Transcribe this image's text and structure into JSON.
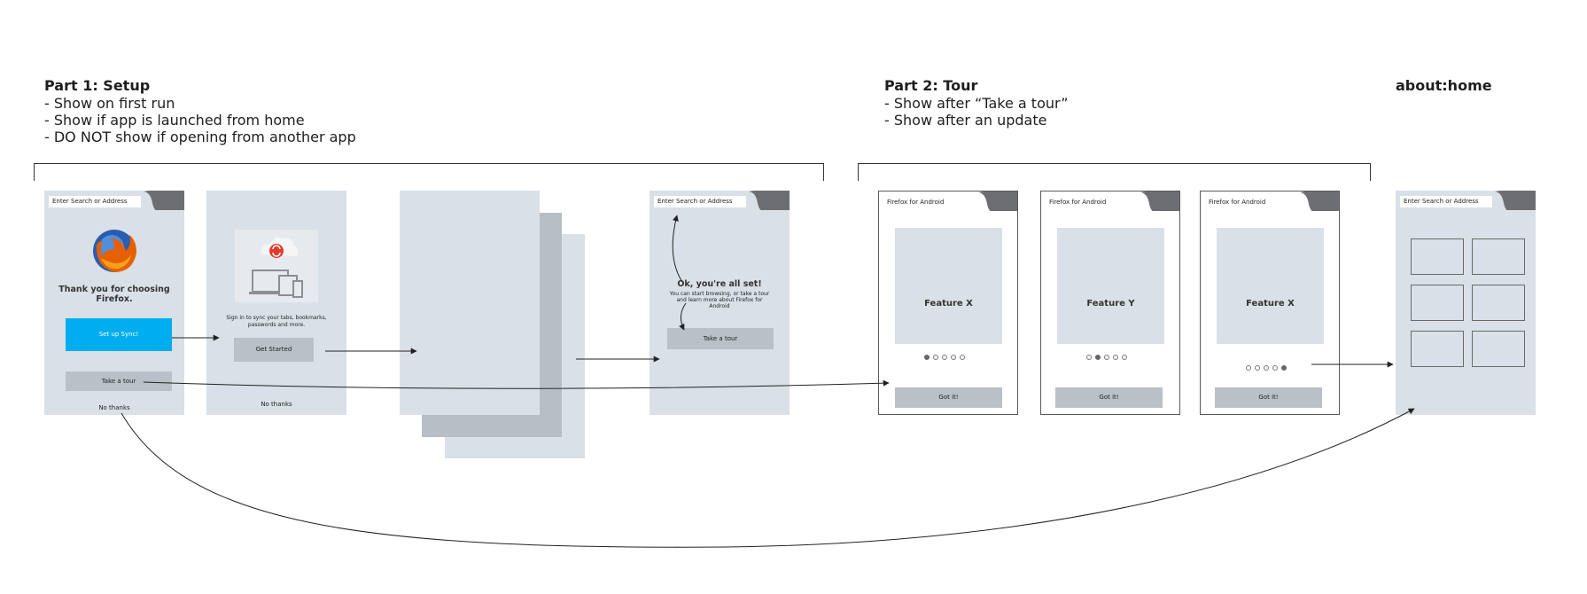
{
  "part1": {
    "title": "Part 1: Setup",
    "notes": [
      "- Show on first run",
      "- Show if app is launched from home",
      "- DO NOT show if opening from another app"
    ]
  },
  "part2": {
    "title": "Part 2: Tour",
    "notes": [
      "- Show after “Take a tour”",
      "- Show after an update"
    ]
  },
  "part3": {
    "title": "about:home"
  },
  "screen1": {
    "url_placeholder": "Enter Search or Address",
    "thanks": "Thank you for choosing Firefox.",
    "setup_sync": "Set up Sync!",
    "take_tour": "Take a tour",
    "no_thanks": "No thanks",
    "logo_icon": "firefox-logo"
  },
  "screen2": {
    "sync_text": "Sign in to sync your tabs, bookmarks, passwords and more.",
    "get_started": "Get Started",
    "no_thanks": "No thanks",
    "illustration_icon": "cloud-sync-devices"
  },
  "screen4": {
    "url_placeholder": "Enter Search or Address",
    "all_set": "Ok, you're all set!",
    "all_set_sub": "You can start browsing, or take a tour and learn more about Firefox for Android",
    "take_tour": "Take a tour"
  },
  "tour": [
    {
      "url": "Firefox for Android",
      "feature": "Feature X",
      "active_dot": 0,
      "button": "Got it!"
    },
    {
      "url": "Firefox for Android",
      "feature": "Feature Y",
      "active_dot": 1,
      "button": "Got it!"
    },
    {
      "url": "Firefox for Android",
      "feature": "Feature X",
      "active_dot": 4,
      "button": "Got it!"
    }
  ],
  "home": {
    "url_placeholder": "Enter Search or Address"
  },
  "colors": {
    "sync_button": "#00aef0",
    "screen_bg": "#d9e0e7",
    "tab_dark": "#6d6e71",
    "stack_mid": "#c3cad1",
    "stack_dark": "#b4bbc2"
  }
}
